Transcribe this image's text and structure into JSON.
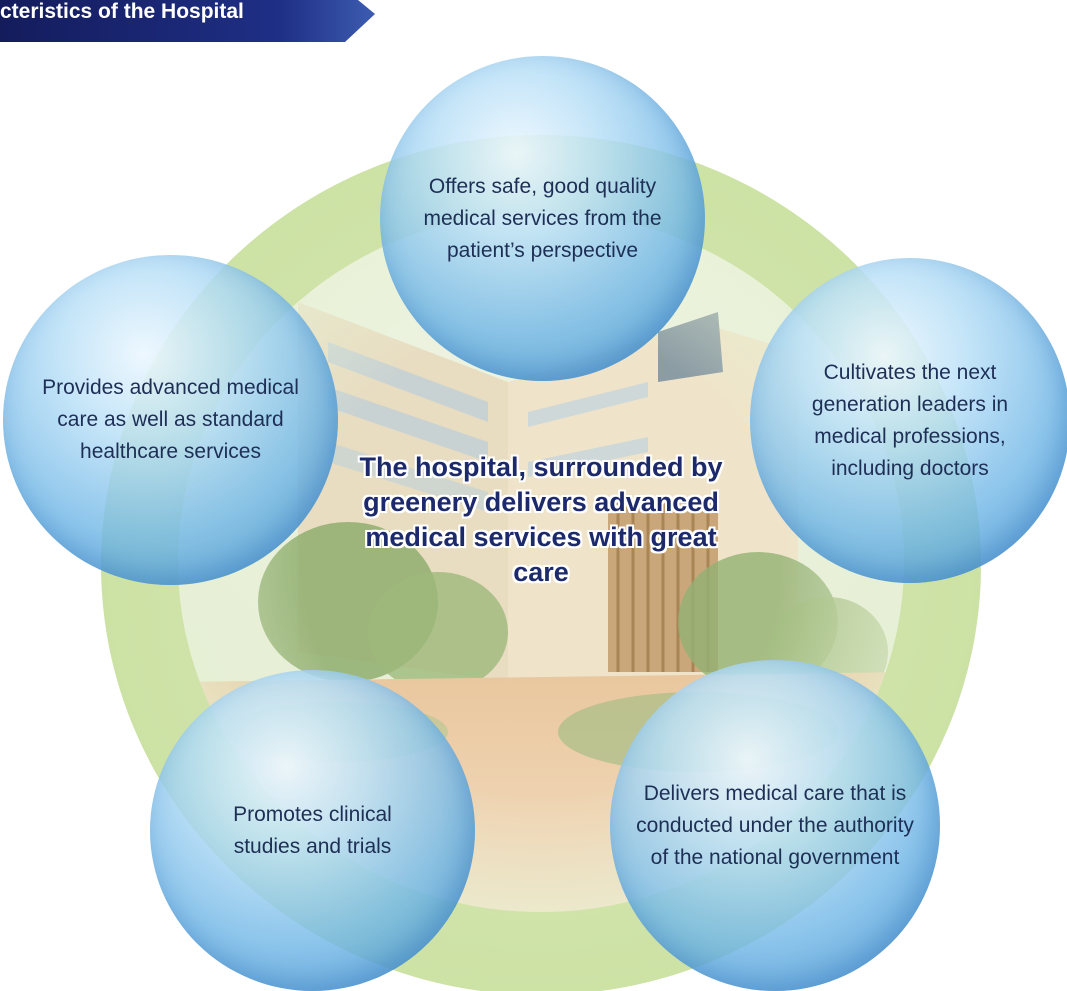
{
  "header": {
    "title": "cteristics of the Hospital",
    "bg_color": "#1f2a78"
  },
  "center": {
    "text": "The hospital, surrounded by greenery delivers advanced medical services with great care"
  },
  "bubbles": {
    "top": "Offers safe, good quality medical services from the patient’s perspective",
    "left": "Provides advanced medical care as well as standard healthcare services",
    "right": "Cultivates the next generation leaders in medical professions, including doctors",
    "bottom_left": "Promotes clinical studies and trials",
    "bottom_right": "Delivers medical care that is conducted under the authority of the national government"
  },
  "colors": {
    "ring_outer": "#cfe3a8",
    "ring_inner": "#e6f0d3",
    "bubble": "#70b6e6",
    "text_dark": "#1e2f56",
    "center_text": "#1c2a6b"
  }
}
